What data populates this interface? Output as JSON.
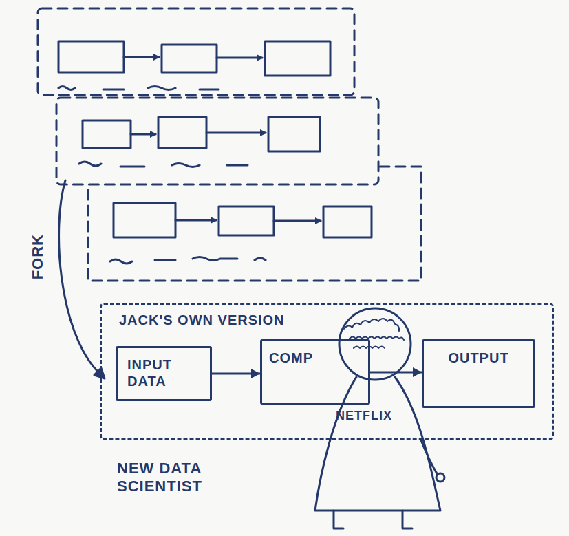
{
  "diagram": {
    "nodes": [
      {
        "text": [
          "JACK'S OWN VERSION"
        ]
      },
      {
        "text": [
          "INPUT DATA"
        ],
        "in": 0
      },
      {
        "text": [
          "COMP"
        ],
        "in": 0
      },
      {
        "text": [
          "OUTPUT"
        ],
        "in": 0
      }
    ],
    "edges": [
      {
        "from": 1,
        "to": 2,
        "arrow": "to"
      },
      {
        "from": 2,
        "to": 3,
        "arrow": "to"
      }
    ],
    "labels": [
      "FORK",
      "NETFLIX",
      "NEW DATA SCIENTIST"
    ]
  }
}
